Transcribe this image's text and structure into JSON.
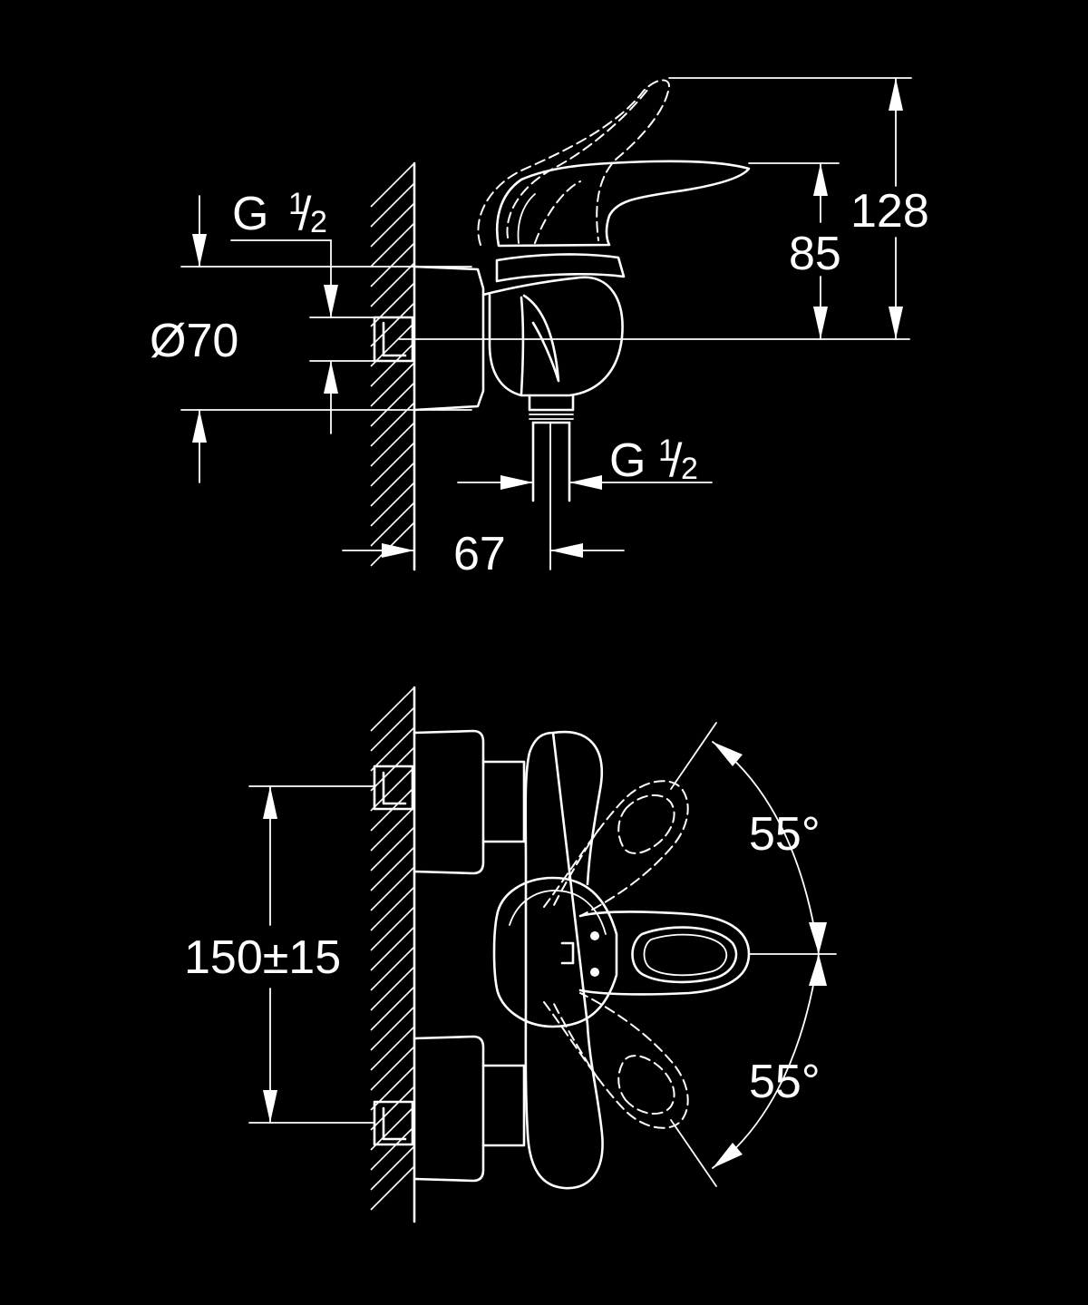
{
  "diagram": {
    "background": "#000000",
    "stroke": "#ffffff",
    "side_view": {
      "inlet_thread": {
        "letter": "G",
        "numerator": "1",
        "slash": "/",
        "denominator": "2"
      },
      "outlet_thread": {
        "letter": "G",
        "numerator": "1",
        "slash": "/",
        "denominator": "2"
      },
      "diameter": "Ø70",
      "height_total": "128",
      "height_spout": "85",
      "projection": "67"
    },
    "front_view": {
      "centre_distance": "150±15",
      "angle_upper": "55°",
      "angle_lower": "55°"
    }
  }
}
